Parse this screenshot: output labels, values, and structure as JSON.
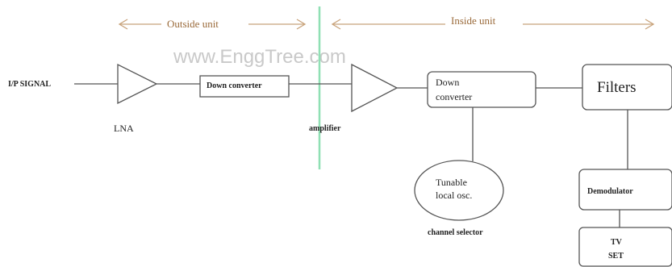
{
  "watermark": "www.EnggTree.com",
  "sections": {
    "outside": "Outside unit",
    "inside": "Inside unit"
  },
  "blocks": {
    "input_signal": "I/P SIGNAL",
    "lna": "LNA",
    "down_converter_1": "Down converter",
    "amplifier": "amplifier",
    "down_converter_2_line1": "Down",
    "down_converter_2_line2": "converter",
    "filters": "Filters",
    "tunable_osc_line1": "Tunable",
    "tunable_osc_line2": "local osc.",
    "channel_selector": "channel selector",
    "demodulator": "Demodulator",
    "tv_set_line1": "TV",
    "tv_set_line2": "SET"
  },
  "colors": {
    "divider": "#8fe0b4",
    "section_label": "#9a6a3a",
    "arrow": "#c8a27a"
  }
}
